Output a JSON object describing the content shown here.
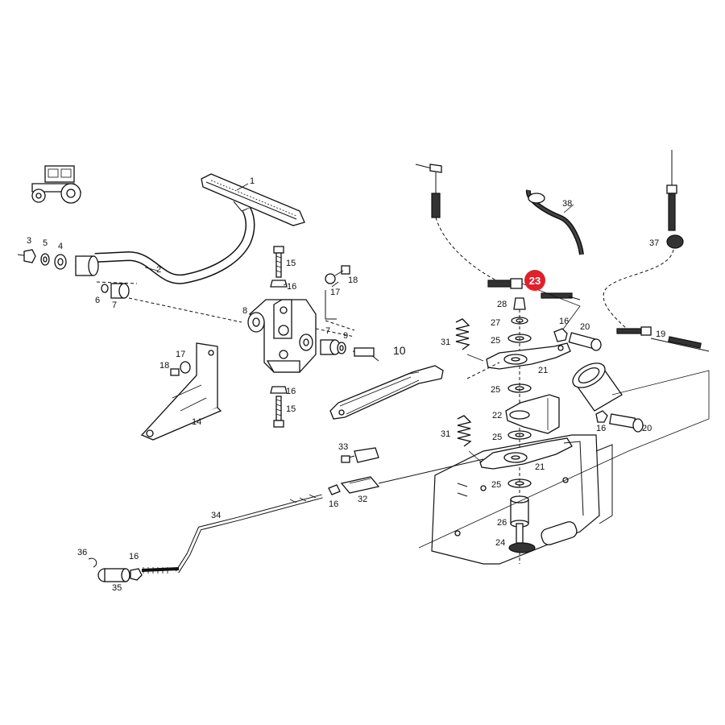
{
  "diagram": {
    "highlight_color": "#e0202b",
    "highlighted_part": "23",
    "labels": {
      "p1": "1",
      "p2": "2",
      "p3": "3",
      "p4": "4",
      "p5": "5",
      "p6": "6",
      "p7a": "7",
      "p7b": "7",
      "p8": "8",
      "p9": "9",
      "p10": "10",
      "p14": "14",
      "p15a": "15",
      "p15b": "15",
      "p16a": "16",
      "p16b": "16",
      "p16c": "16",
      "p16d": "16",
      "p16e": "16",
      "p16f": "16",
      "p17a": "17",
      "p17b": "17",
      "p18a": "18",
      "p18b": "18",
      "p19": "19",
      "p20a": "20",
      "p20b": "20",
      "p21a": "21",
      "p21b": "21",
      "p22": "22",
      "p23": "23",
      "p24": "24",
      "p25a": "25",
      "p25b": "25",
      "p25c": "25",
      "p25d": "25",
      "p26": "26",
      "p27": "27",
      "p28": "28",
      "p31a": "31",
      "p31b": "31",
      "p32": "32",
      "p33": "33",
      "p34": "34",
      "p35": "35",
      "p36": "36",
      "p37": "37",
      "p38": "38"
    }
  }
}
